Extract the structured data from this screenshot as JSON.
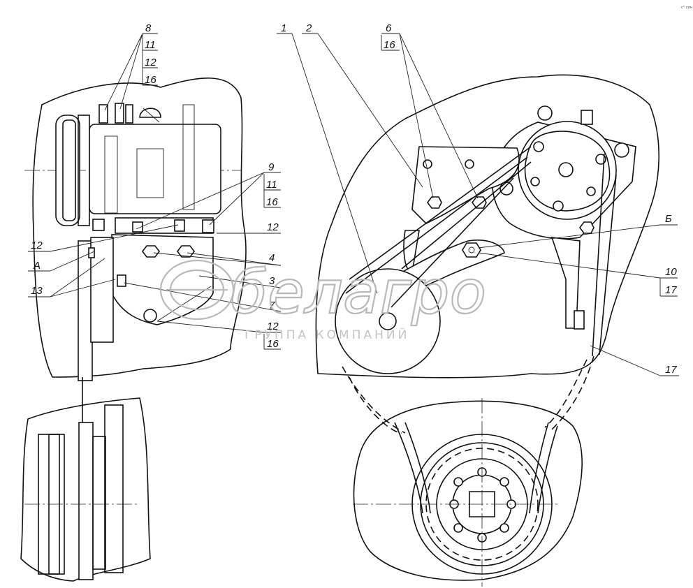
{
  "labels": {
    "l8": "8",
    "l11a": "11",
    "l12a": "12",
    "l16a": "16",
    "l1": "1",
    "l2": "2",
    "l6": "6",
    "l16b": "16",
    "l9": "9",
    "l11b": "11",
    "l16c": "16",
    "l12b": "12",
    "l12c": "12",
    "lA": "А",
    "l13": "13",
    "l4": "4",
    "l3": "3",
    "l7": "7",
    "l12d": "12",
    "l16d": "16",
    "lB": "Б",
    "l10": "10",
    "l17a": "17",
    "l17b": "17"
  },
  "watermark": {
    "brand": "белагро",
    "sub": "ГРУППА КОМПАНИЙ"
  },
  "corner_mark": "с° сон"
}
